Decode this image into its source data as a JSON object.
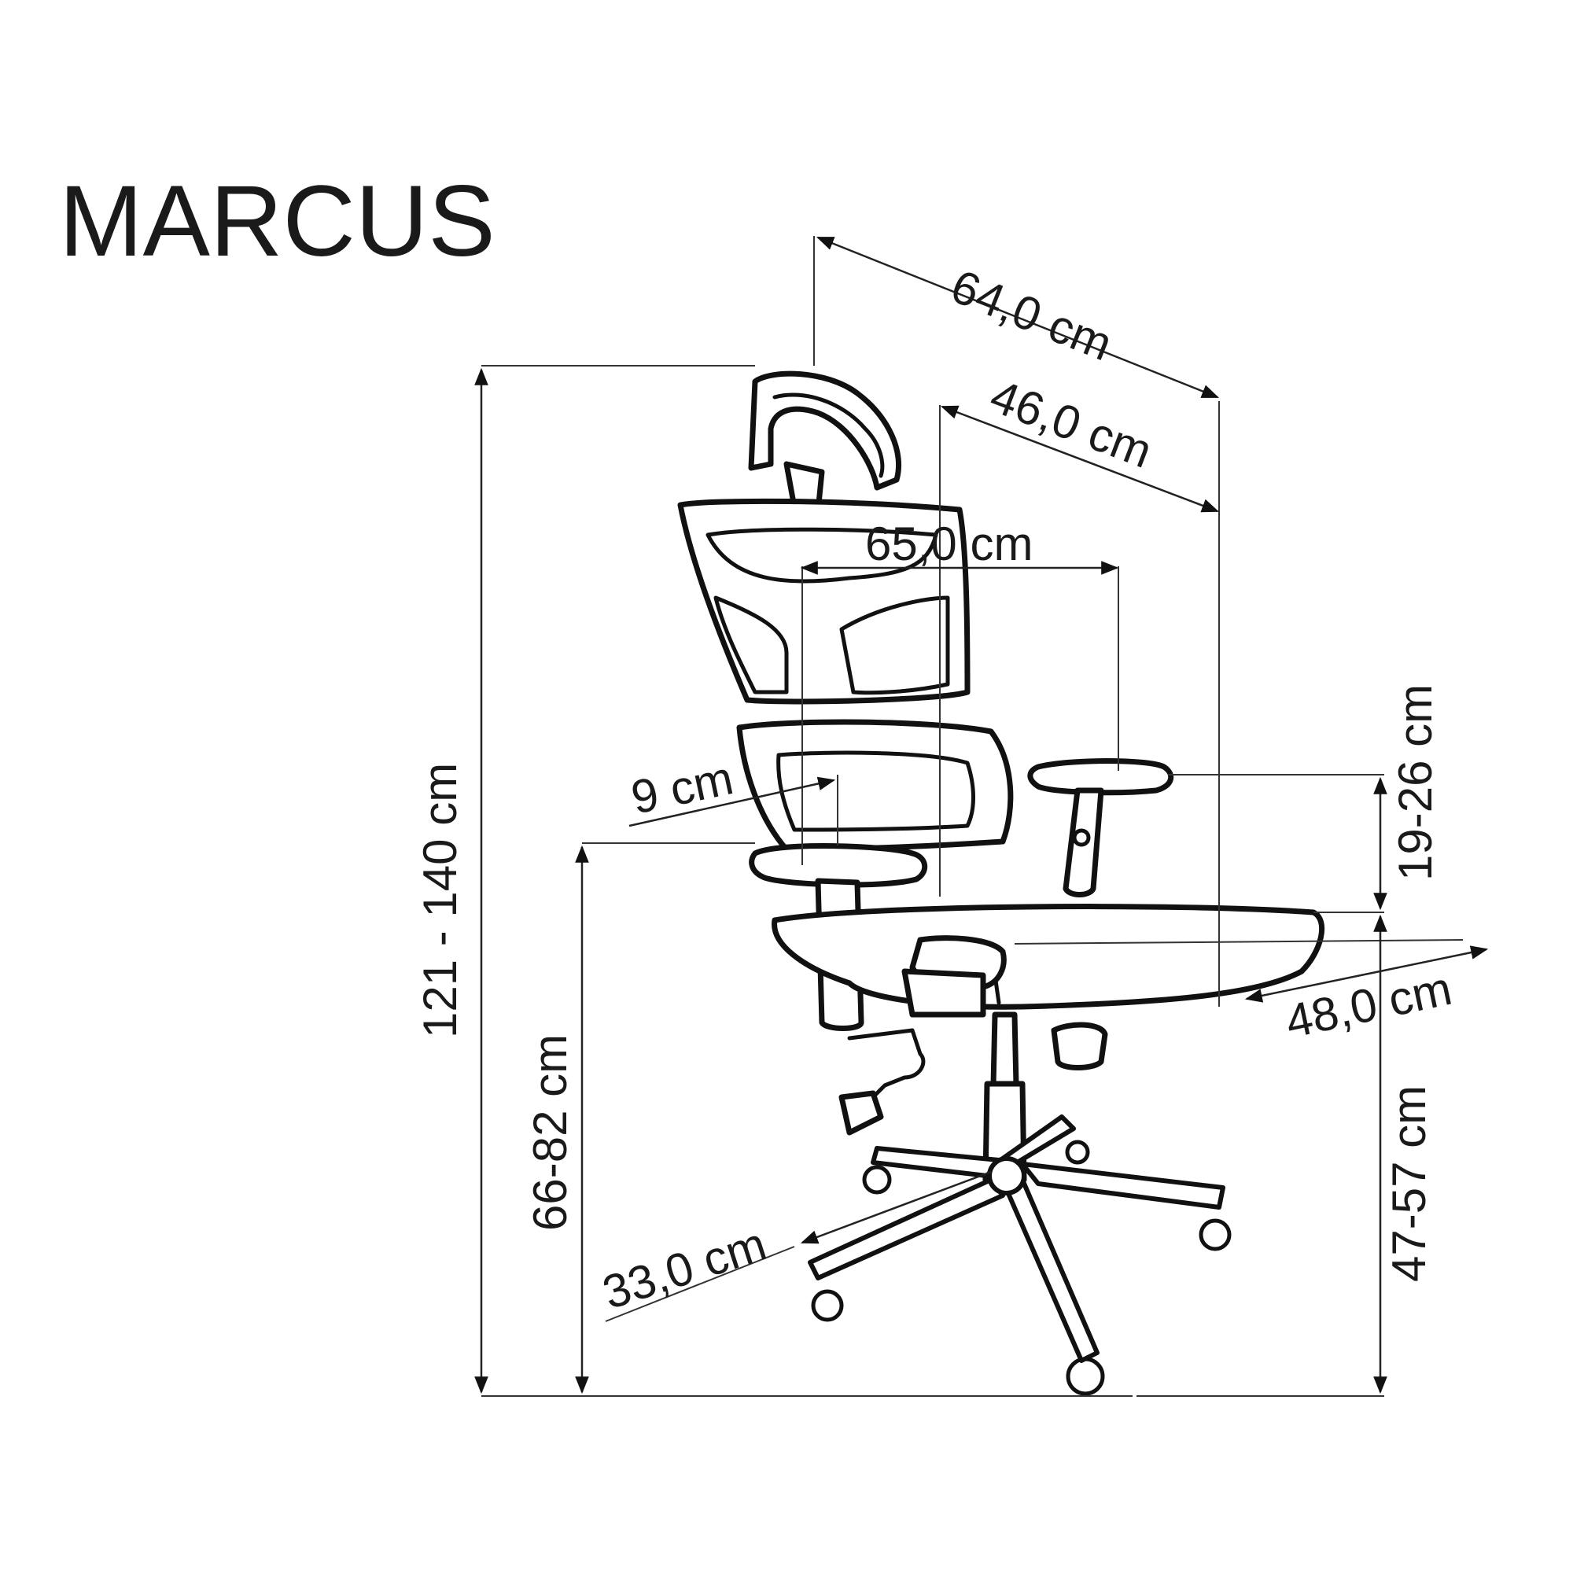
{
  "product": {
    "name": "MARCUS"
  },
  "dimensions": {
    "depth_overall": "64,0 cm",
    "depth_seat": "46,0 cm",
    "width_armrests": "65,0 cm",
    "armrest_height": "19-26 cm",
    "lumbar": "9 cm",
    "total_height": "121 - 140 cm",
    "armrest_floor_height": "66-82 cm",
    "seat_width": "48,0 cm",
    "seat_height": "47-57 cm",
    "base_radius": "33,0 cm"
  },
  "colors": {
    "line": "#111111",
    "background": "#ffffff"
  }
}
